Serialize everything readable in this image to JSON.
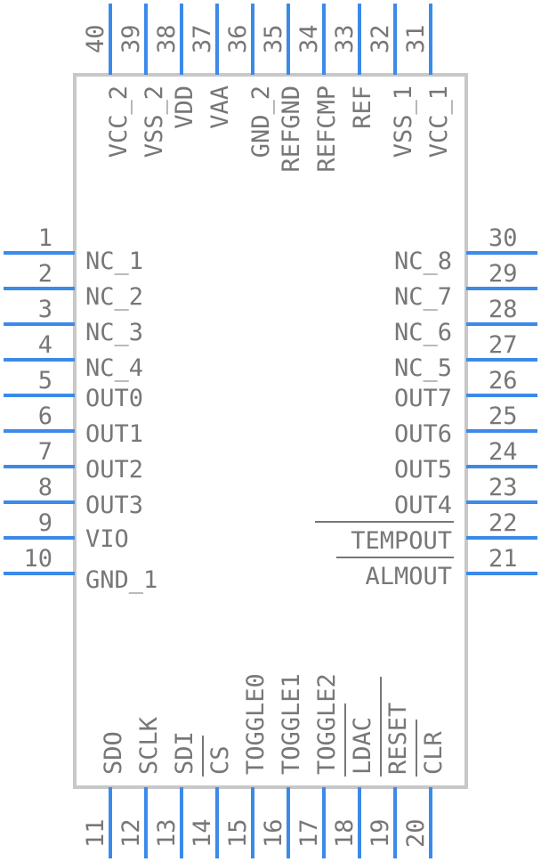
{
  "pins": {
    "left": [
      {
        "num": "1",
        "label": "NC_1"
      },
      {
        "num": "2",
        "label": "NC_2"
      },
      {
        "num": "3",
        "label": "NC_3"
      },
      {
        "num": "4",
        "label": "NC_4"
      },
      {
        "num": "5",
        "label": "OUT0"
      },
      {
        "num": "6",
        "label": "OUT1"
      },
      {
        "num": "7",
        "label": "OUT2"
      },
      {
        "num": "8",
        "label": "OUT3"
      },
      {
        "num": "9",
        "label": "VIO"
      },
      {
        "num": "10",
        "label": "GND_1"
      }
    ],
    "bottom": [
      {
        "num": "11",
        "label": "SDO"
      },
      {
        "num": "12",
        "label": "SCLK"
      },
      {
        "num": "13",
        "label": "SDI"
      },
      {
        "num": "14",
        "label": "CS"
      },
      {
        "num": "15",
        "label": "TOGGLE0"
      },
      {
        "num": "16",
        "label": "TOGGLE1"
      },
      {
        "num": "17",
        "label": "TOGGLE2"
      },
      {
        "num": "18",
        "label": "LDAC"
      },
      {
        "num": "19",
        "label": "RESET"
      },
      {
        "num": "20",
        "label": "CLR"
      }
    ],
    "right": [
      {
        "num": "21",
        "label": "ALMOUT"
      },
      {
        "num": "22",
        "label": "TEMPOUT"
      },
      {
        "num": "23",
        "label": "OUT4"
      },
      {
        "num": "24",
        "label": "OUT5"
      },
      {
        "num": "25",
        "label": "OUT6"
      },
      {
        "num": "26",
        "label": "OUT7"
      },
      {
        "num": "27",
        "label": "NC_5"
      },
      {
        "num": "28",
        "label": "NC_6"
      },
      {
        "num": "29",
        "label": "NC_7"
      },
      {
        "num": "30",
        "label": "NC_8"
      }
    ],
    "top": [
      {
        "num": "31",
        "label": "VCC_1"
      },
      {
        "num": "32",
        "label": "VSS_1"
      },
      {
        "num": "33",
        "label": "REF"
      },
      {
        "num": "34",
        "label": "REFCMP"
      },
      {
        "num": "35",
        "label": "REFGND"
      },
      {
        "num": "36",
        "label": "GND_2"
      },
      {
        "num": "37",
        "label": "VAA"
      },
      {
        "num": "38",
        "label": "VDD"
      },
      {
        "num": "39",
        "label": "VSS_2"
      },
      {
        "num": "40",
        "label": "VCC_2"
      }
    ]
  },
  "colors": {
    "pin": "#3c8ae8",
    "body": "#c8c8c8",
    "text": "#777777"
  }
}
